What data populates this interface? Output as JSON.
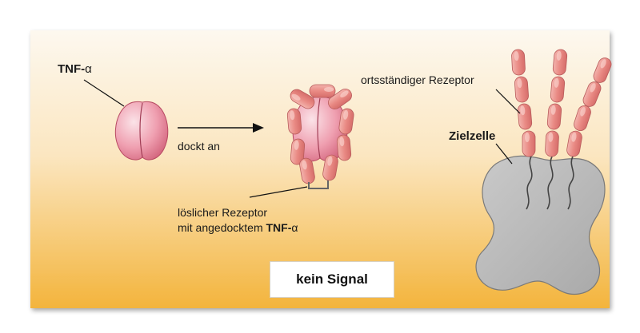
{
  "labels": {
    "tnf_prefix": "TNF-",
    "tnf_alpha": "α",
    "dockt_an": "dockt an",
    "loeslicher_line1": "löslicher Rezeptor",
    "loeslicher_line2_prefix": "mit angedocktem ",
    "loeslicher_line2_bold": "TNF-",
    "loeslicher_line2_alpha": "α",
    "ortsstaendiger": "ortsständiger Rezeptor",
    "zielzelle": "Zielzelle",
    "kein_signal": "kein Signal"
  },
  "colors": {
    "background_gradient_top": "#fdf8ef",
    "background_gradient_bottom": "#f3b43c",
    "molecule_pink": "#e8889a",
    "molecule_highlight": "#fbe3e8",
    "receptor_segment": "#e98a84",
    "cell_gray": "#b9b9b9"
  }
}
